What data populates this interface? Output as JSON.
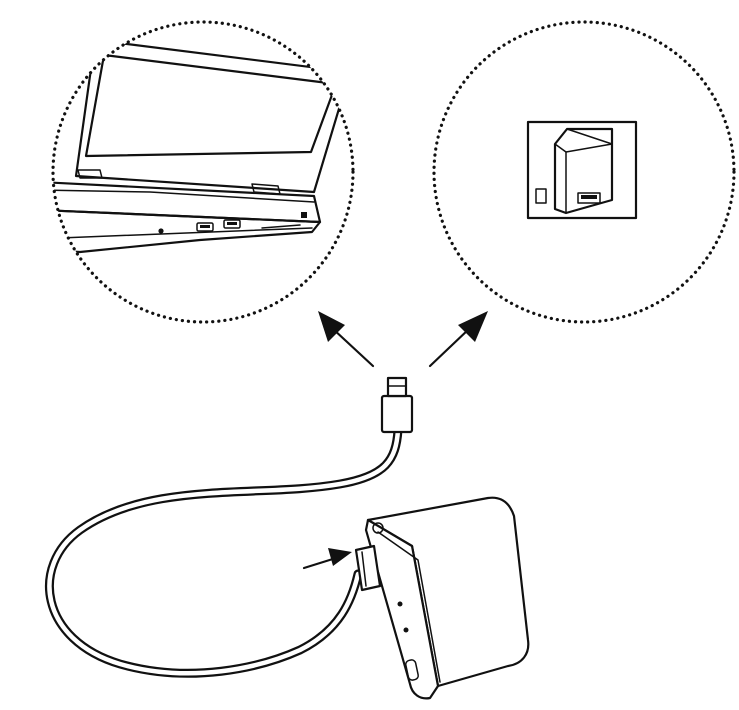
{
  "diagram": {
    "kind": "connection-illustration",
    "callouts": [
      {
        "name": "laptop-usb-ports",
        "depicts": "laptop-icon"
      },
      {
        "name": "wall-usb-charger",
        "depicts": "wall-outlet-icon"
      }
    ],
    "devices": [
      "usb-cable-icon",
      "power-bank-icon"
    ],
    "arrows": 3,
    "colors": {
      "line": "#111111",
      "background": "#ffffff"
    }
  }
}
